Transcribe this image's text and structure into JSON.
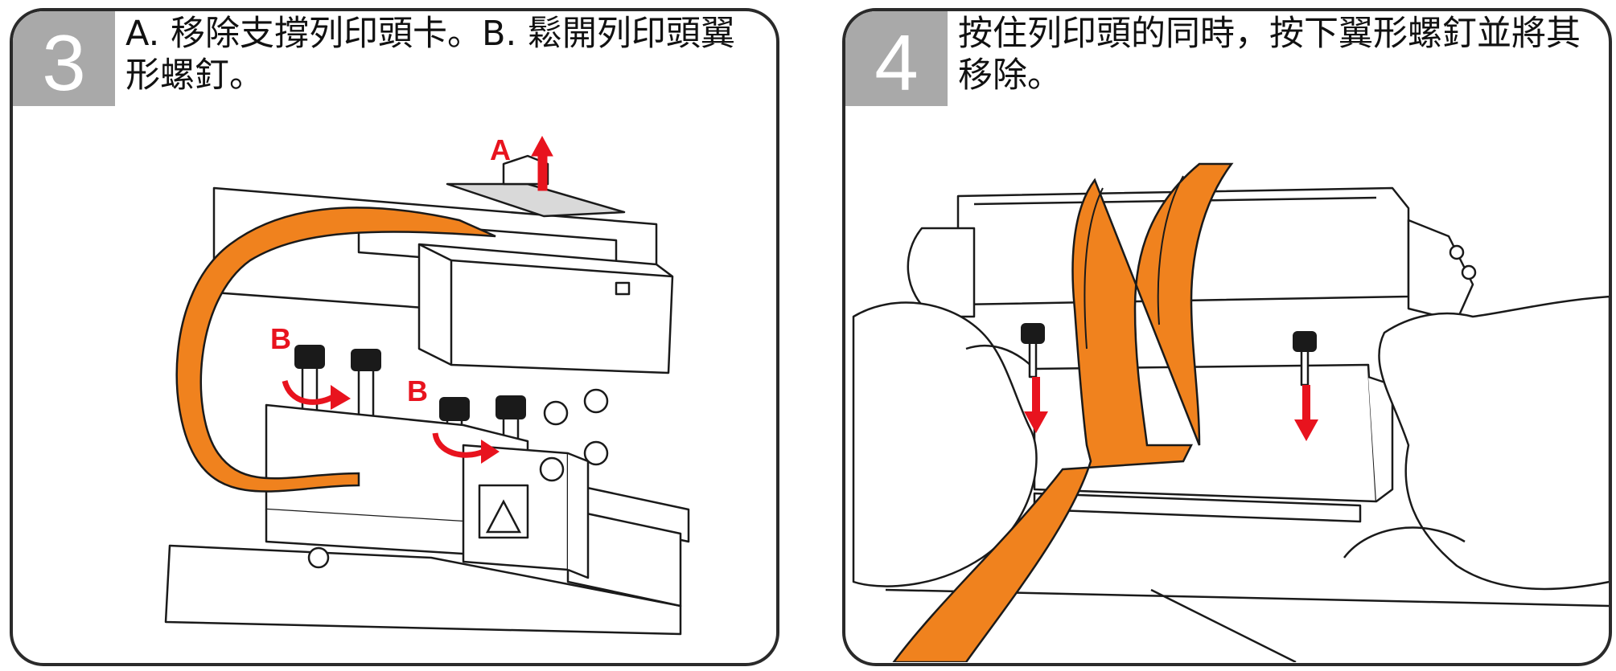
{
  "steps": [
    {
      "number": "3",
      "instruction": "A. 移除支撐列印頭卡。B. 鬆開列印頭翼形螺釘。",
      "callouts": {
        "a": "A",
        "b1": "B",
        "b2": "B"
      }
    },
    {
      "number": "4",
      "instruction": "按住列印頭的同時，按下翼形螺釘並將其移除。"
    }
  ],
  "colors": {
    "ribbon": "#f0821e",
    "arrow": "#e8131e",
    "step_box": "#a9a9a9",
    "border": "#2a2a2a"
  }
}
